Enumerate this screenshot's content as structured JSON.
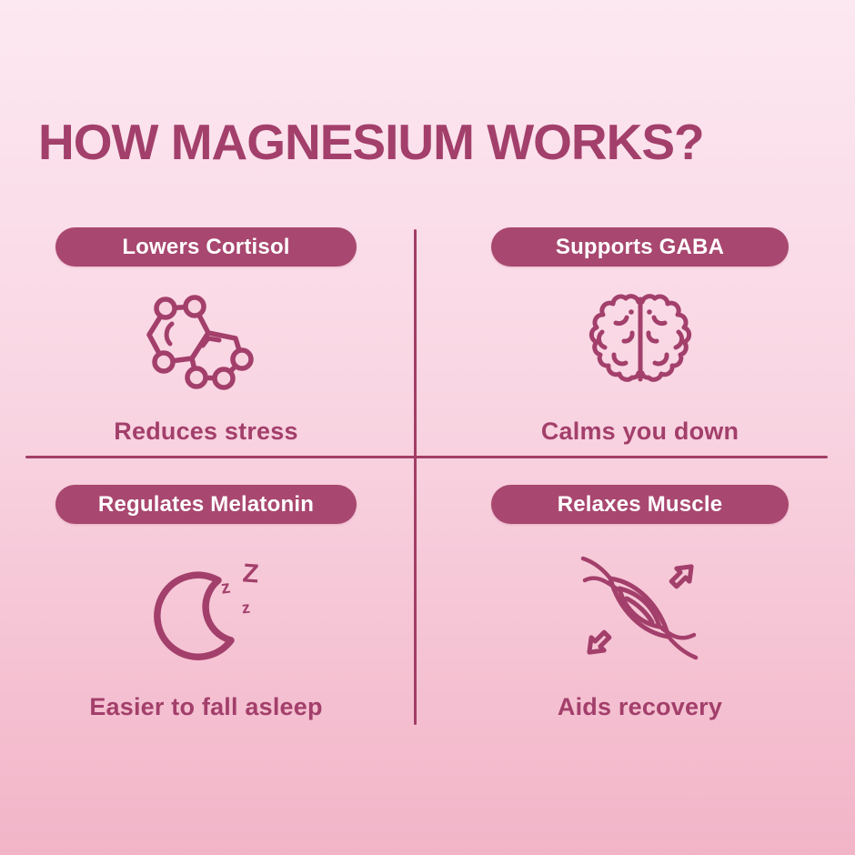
{
  "title": "HOW MAGNESIUM WORKS?",
  "colors": {
    "accent": "#a33f6b",
    "pill_bg": "#a8476f",
    "pill_text": "#ffffff",
    "divider": "#a23e66",
    "bg_top": "#fce8f1",
    "bg_bottom": "#f2b5c8",
    "circle_fill": "#f8d3e0"
  },
  "quadrants": [
    {
      "id": "lowers-cortisol",
      "badge": "Lowers Cortisol",
      "caption": "Reduces stress",
      "icon": "molecule-icon"
    },
    {
      "id": "supports-gaba",
      "badge": "Supports GABA",
      "caption": "Calms you down",
      "icon": "brain-icon"
    },
    {
      "id": "regulates-melatonin",
      "badge": "Regulates Melatonin",
      "caption": "Easier to fall asleep",
      "icon": "moon-zzz-icon"
    },
    {
      "id": "relaxes-muscle",
      "badge": "Relaxes Muscle",
      "caption": "Aids recovery",
      "icon": "muscle-stretch-icon"
    }
  ],
  "icons": {
    "zzz": [
      "z",
      "Z",
      "z"
    ]
  }
}
